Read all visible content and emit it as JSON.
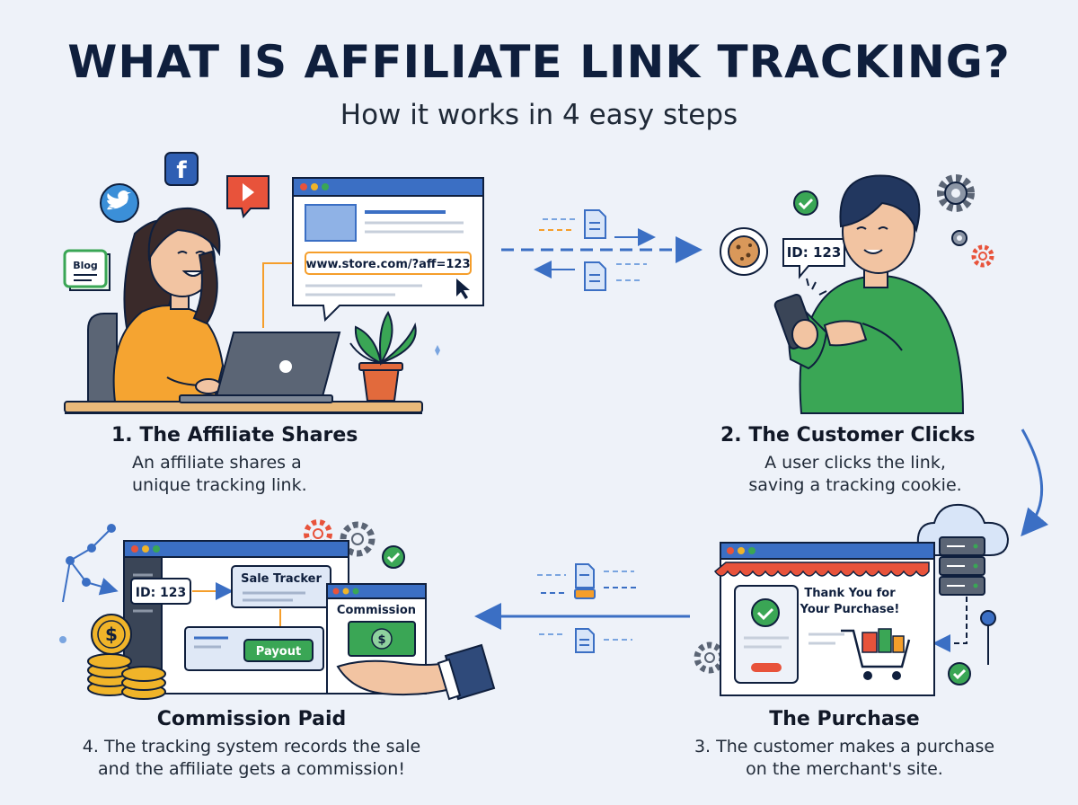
{
  "header": {
    "title": "WHAT IS AFFILIATE LINK TRACKING?",
    "subtitle": "How it works in 4 easy steps"
  },
  "steps": [
    {
      "title": "1. The Affiliate Shares",
      "desc_line1": "An affiliate shares a",
      "desc_line2": "unique tracking link.",
      "url": "www.store.com/?aff=123",
      "blog_label": "Blog"
    },
    {
      "title": "2. The Customer Clicks",
      "desc_line1": "A user clicks the link,",
      "desc_line2": "saving a tracking cookie.",
      "id_label": "ID: 123"
    },
    {
      "title": "The Purchase",
      "desc_line1": "3. The customer makes a purchase",
      "desc_line2": "on the merchant's site.",
      "thank_line1": "Thank You for",
      "thank_line2": "Your Purchase!"
    },
    {
      "title": "Commission Paid",
      "desc_line1": "4. The tracking system records the sale",
      "desc_line2": "and the affiliate gets a commission!",
      "id_label": "ID: 123",
      "tracker_label": "Sale Tracker",
      "payout_label": "Payout",
      "commission_label": "Commission",
      "currency_symbol": "$"
    }
  ],
  "icons": {
    "facebook": "f"
  },
  "colors": {
    "navy": "#0f1f3d",
    "blue": "#3b6fc4",
    "orange": "#f59e2b",
    "green": "#3aa655",
    "gold": "#f0b429"
  }
}
